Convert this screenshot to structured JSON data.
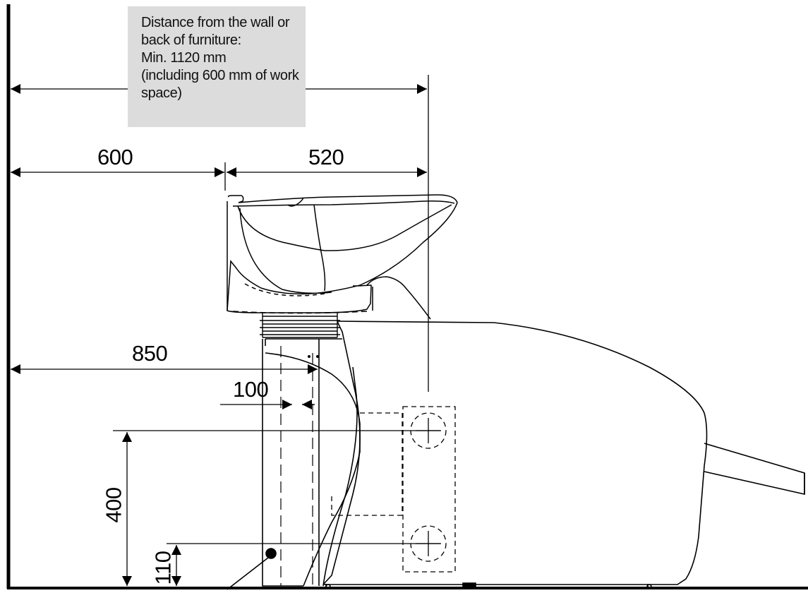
{
  "note": {
    "lines": [
      "Distance from the wall or",
      "back of furniture:",
      "Min. 1120 mm",
      "(including 600 mm of work",
      "space)"
    ]
  },
  "dimensions": {
    "d600": "600",
    "d520": "520",
    "d850": "850",
    "d100": "100",
    "d400": "400",
    "d110": "110"
  },
  "colors": {
    "line": "#000000",
    "note_background": "#dcdcdc"
  }
}
